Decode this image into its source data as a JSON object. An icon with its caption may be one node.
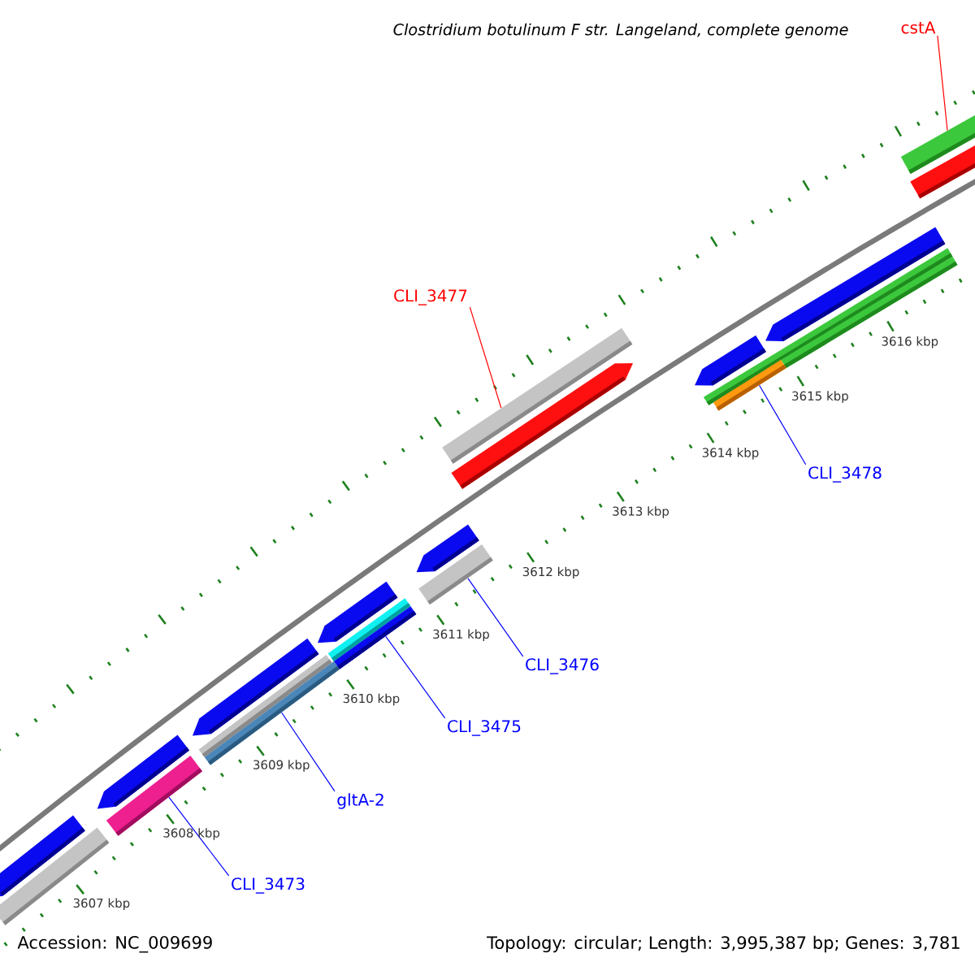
{
  "diagram": {
    "title": "Clostridium botulinum F str. Langeland, complete genome",
    "nodes": [
      {
        "text": [
          "cstA"
        ]
      },
      {
        "text": [],
        "shape": "bar"
      },
      {
        "text": [
          "CLI_3477"
        ]
      },
      {
        "text": [],
        "shape": "bar"
      },
      {
        "text": [
          "CLI_3478"
        ]
      },
      {
        "text": [],
        "shape": "bar"
      },
      {
        "text": [
          "CLI_3476"
        ]
      },
      {
        "text": [],
        "shape": "bar"
      },
      {
        "text": [
          "CLI_3475"
        ]
      },
      {
        "text": [],
        "shape": "bar"
      },
      {
        "text": [
          "gltA-2"
        ]
      },
      {
        "text": [],
        "shape": "bar"
      },
      {
        "text": [
          "CLI_3473"
        ]
      },
      {
        "text": [],
        "shape": "bar"
      }
    ],
    "edges": [
      {
        "from": 0,
        "to": 1,
        "arrow": "none",
        "color": "#ff0000"
      },
      {
        "from": 2,
        "to": 3,
        "arrow": "none",
        "color": "#ff0000"
      },
      {
        "from": 4,
        "to": 5,
        "arrow": "none"
      },
      {
        "from": 6,
        "to": 7,
        "arrow": "none"
      },
      {
        "from": 8,
        "to": 9,
        "arrow": "none"
      },
      {
        "from": 10,
        "to": 11,
        "arrow": "none"
      },
      {
        "from": 12,
        "to": 13,
        "arrow": "none"
      }
    ],
    "labels": [
      "3616 kbp",
      "3615 kbp",
      "3614 kbp",
      "3613 kbp",
      "3612 kbp",
      "3611 kbp",
      "3610 kbp",
      "3609 kbp",
      "3608 kbp",
      "3607 kbp",
      "Accession: NC_009699",
      "Topology: circular; Length: 3,995,387 bp; Genes: 3,781"
    ]
  }
}
